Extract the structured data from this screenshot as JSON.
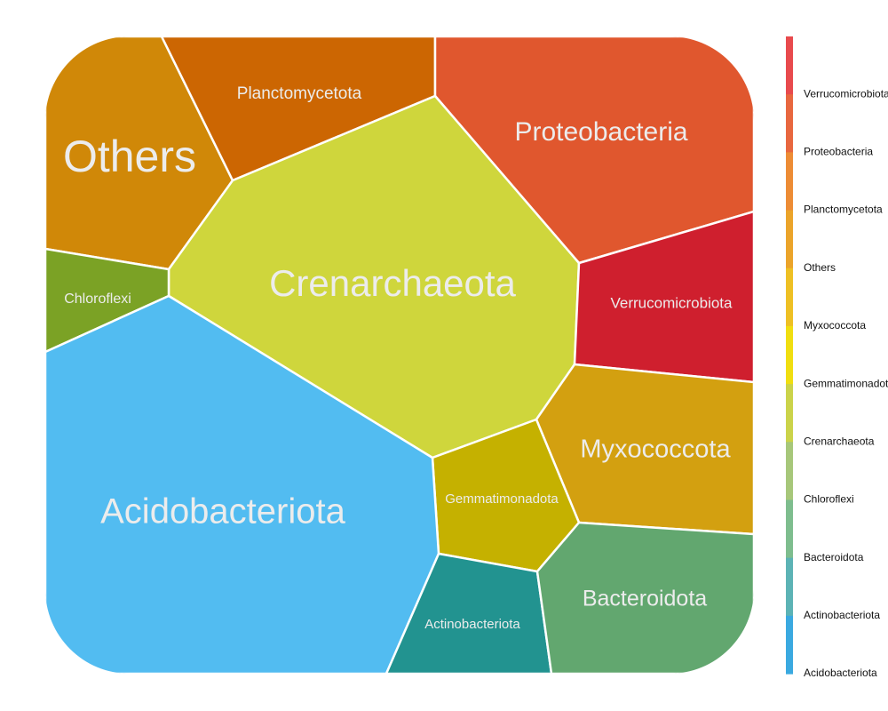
{
  "chart_data": {
    "type": "voronoi_treemap",
    "legend_position": "right",
    "cells": [
      {
        "name": "Others",
        "color": "#d08808",
        "size": "large",
        "label": "Others"
      },
      {
        "name": "Planctomycetota",
        "color": "#cc6602",
        "size": "small",
        "label": "Planctomycetota"
      },
      {
        "name": "Proteobacteria",
        "color": "#e0572e",
        "size": "medium",
        "label": "Proteobacteria"
      },
      {
        "name": "Crenarchaeota",
        "color": "#cfd63c",
        "size": "large",
        "label": "Crenarchaeota"
      },
      {
        "name": "Chloroflexi",
        "color": "#7ba225",
        "size": "small",
        "label": "Chloroflexi"
      },
      {
        "name": "Verrucomicrobiota",
        "color": "#cf1f2e",
        "size": "small",
        "label": "Verrucomicrobiota"
      },
      {
        "name": "Myxococcota",
        "color": "#d3a010",
        "size": "medium",
        "label": "Myxococcota"
      },
      {
        "name": "Gemmatimonadota",
        "color": "#c5b100",
        "size": "xsmall",
        "label": "Gemmatimonadota"
      },
      {
        "name": "Acidobacteriota",
        "color": "#52bcf1",
        "size": "large",
        "label": "Acidobacteriota"
      },
      {
        "name": "Actinobacteriota",
        "color": "#229390",
        "size": "xsmall",
        "label": "Actinobacteriota"
      },
      {
        "name": "Bacteroidota",
        "color": "#62a76f",
        "size": "medium",
        "label": "Bacteroidota"
      }
    ],
    "legend": {
      "labels": [
        "Verrucomicrobiota",
        "Proteobacteria",
        "Planctomycetota",
        "Others",
        "Myxococcota",
        "Gemmatimonadota",
        "Crenarchaeota",
        "Chloroflexi",
        "Bacteroidota",
        "Actinobacteriota",
        "Acidobacteriota"
      ],
      "colors": [
        "#e84a4d",
        "#e8673f",
        "#ed8c35",
        "#eba42a",
        "#eec024",
        "#f0de10",
        "#cbd34a",
        "#a7c77a",
        "#7ebd8e",
        "#5cb3b5",
        "#3aa9e0"
      ]
    }
  }
}
